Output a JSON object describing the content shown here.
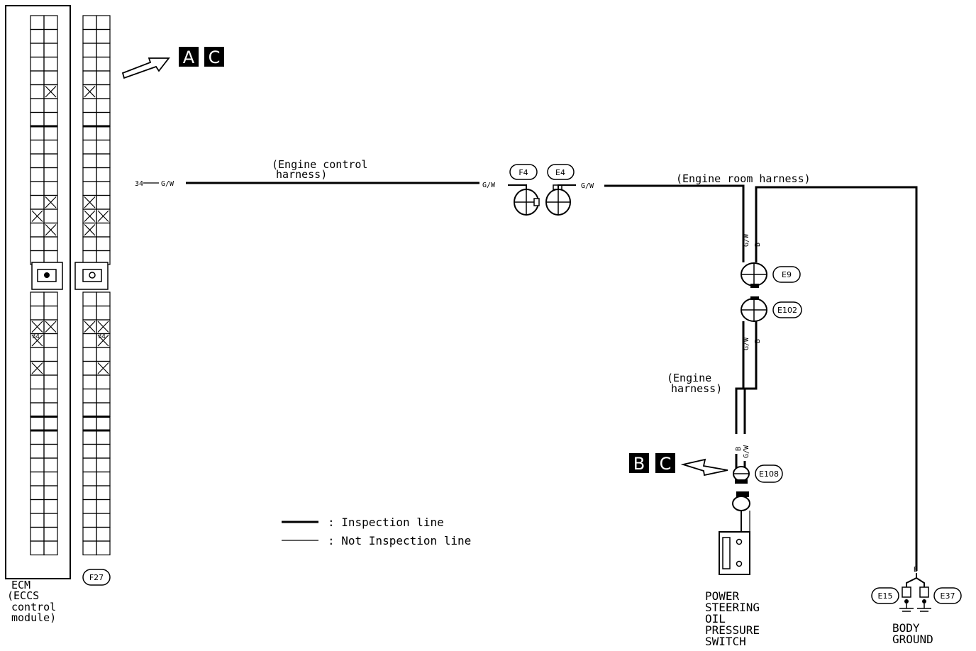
{
  "refs": {
    "top": [
      "A",
      "C"
    ],
    "bottom": [
      "B",
      "C"
    ]
  },
  "ecm": {
    "label_lines": [
      "ECM",
      "(ECCS",
      "control",
      "module)"
    ],
    "pin": "34"
  },
  "f27": {
    "label": "F27",
    "pin": "34"
  },
  "wires": {
    "pin_left": "34",
    "gw": "G/W",
    "b": "B"
  },
  "harness": {
    "engine_control": [
      "(Engine control",
      "harness)"
    ],
    "engine_room": "(Engine room harness)",
    "engine": [
      "(Engine",
      "harness)"
    ]
  },
  "connectors": {
    "f4": "F4",
    "e4": "E4",
    "e9": "E9",
    "e102": "E102",
    "e108": "E108",
    "e15": "E15",
    "e37": "E37"
  },
  "components": {
    "ps_switch": [
      "POWER",
      "STEERING",
      "OIL",
      "PRESSURE",
      "SWITCH"
    ],
    "body_ground": [
      "BODY",
      "GROUND"
    ]
  },
  "legend": {
    "inspection": ": Inspection line",
    "not_inspection": ": Not Inspection line"
  }
}
